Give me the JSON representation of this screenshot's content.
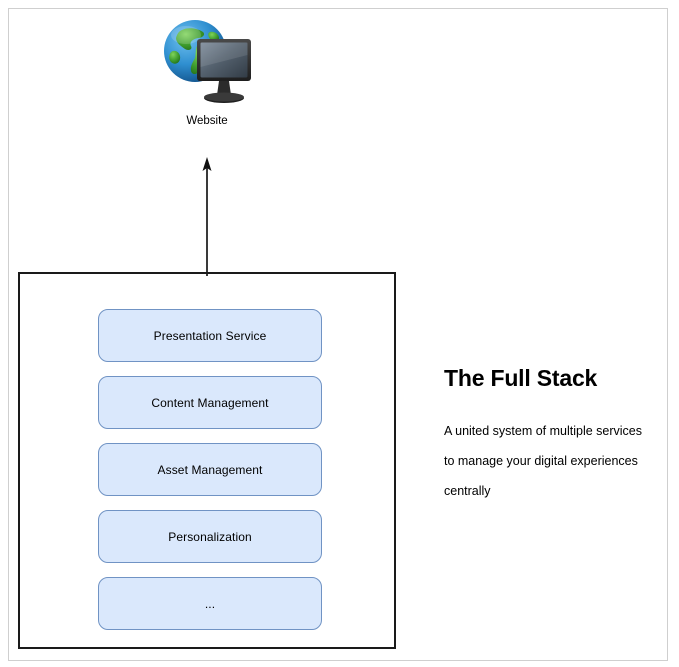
{
  "diagram": {
    "node_website": {
      "label": "Website",
      "icon": "globe-monitor-icon"
    },
    "connector": {
      "name": "arrow-up",
      "direction": "up",
      "from": "stack-container",
      "to": "node-website"
    },
    "stack": {
      "services": [
        {
          "label": "Presentation Service"
        },
        {
          "label": "Content Management"
        },
        {
          "label": "Asset Management"
        },
        {
          "label": "Personalization"
        },
        {
          "label": "..."
        }
      ],
      "box_fill": "#dae8fc",
      "box_border": "#7093c4",
      "container_border": "#1a1a1a"
    },
    "info": {
      "title": "The Full Stack",
      "body_lines": [
        "A united system of multiple services",
        "to manage your digital experiences",
        "centrally"
      ]
    },
    "frame_color": "#cfcfcf",
    "background": "#ffffff"
  }
}
